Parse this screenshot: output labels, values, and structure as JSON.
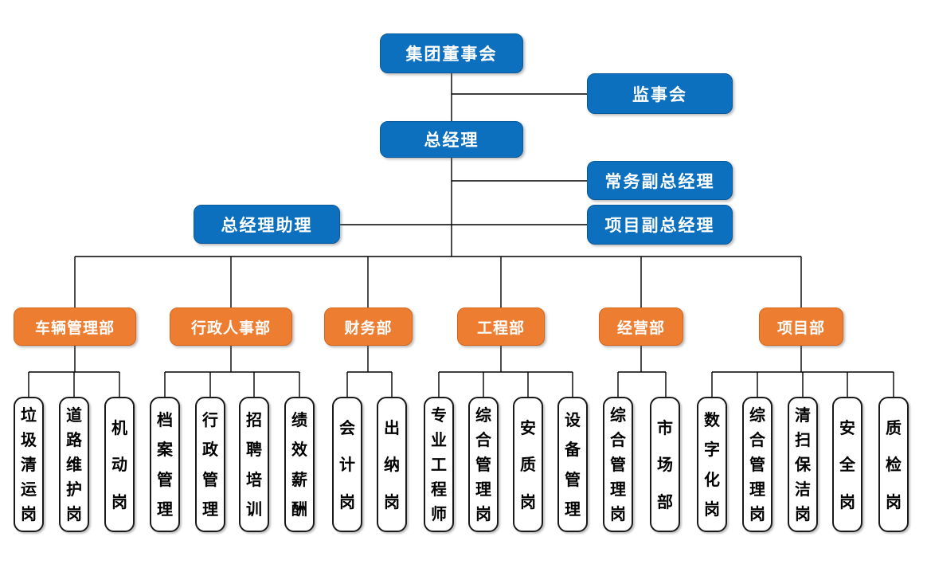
{
  "org": {
    "root": {
      "label": "集团董事会"
    },
    "supervisory": {
      "label": "监事会"
    },
    "gm": {
      "label": "总经理"
    },
    "staff": {
      "executive_deputy_gm": {
        "label": "常务副总经理"
      },
      "project_deputy_gm": {
        "label": "项目副总经理"
      },
      "gm_assistant": {
        "label": "总经理助理"
      }
    },
    "departments": [
      {
        "label": "车辆管理部",
        "children": [
          "垃圾清运岗",
          "道路维护岗",
          "机动岗"
        ]
      },
      {
        "label": "行政人事部",
        "children": [
          "档案管理",
          "行政管理",
          "招聘培训",
          "绩效薪酬"
        ]
      },
      {
        "label": "财务部",
        "children": [
          "会计岗",
          "出纳岗"
        ]
      },
      {
        "label": "工程部",
        "children": [
          "专业工程师",
          "综合管理岗",
          "安质岗",
          "设备管理"
        ]
      },
      {
        "label": "经营部",
        "children": [
          "综合管理岗",
          "市场部"
        ]
      },
      {
        "label": "项目部",
        "children": [
          "数字化岗",
          "综合管理岗",
          "清扫保洁岗",
          "安全岗",
          "质检岗"
        ]
      }
    ],
    "colors": {
      "executive_blue": "#0C70BF",
      "department_orange": "#ED7D31",
      "position_border": "#1a1a1a",
      "connector": "#000000",
      "background": "#ffffff"
    }
  }
}
